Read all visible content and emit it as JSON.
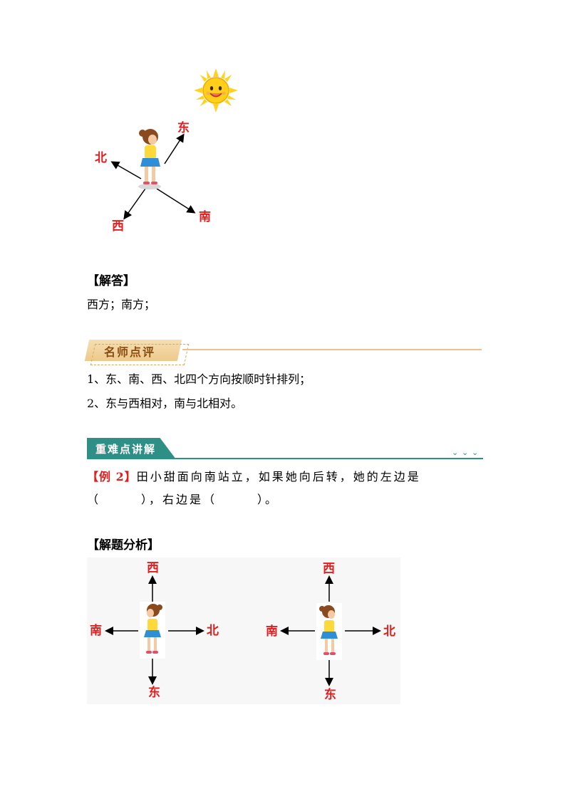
{
  "diagram1": {
    "east": "东",
    "north": "北",
    "west": "西",
    "south": "南"
  },
  "answer": {
    "heading": "【解答】",
    "text": "西方；南方；"
  },
  "teacher_comment": {
    "title": "名师点评",
    "points": [
      "1、东、南、西、北四个方向按顺时针排列；",
      "2、东与西相对，南与北相对。"
    ]
  },
  "key_points": {
    "title": "重难点讲解",
    "chevrons": "⌄⌄⌄"
  },
  "example": {
    "label": "【例 2】",
    "line1": "田小甜面向南站立，如果她向后转，她的左边是",
    "line2": "（　　　），右边是（　　　）。"
  },
  "analysis": {
    "heading": "【解题分析】",
    "left": {
      "top": "西",
      "left": "南",
      "right": "北",
      "bottom": "东"
    },
    "right": {
      "top": "西",
      "left": "南",
      "right": "北",
      "bottom": "东"
    }
  },
  "colors": {
    "direction_red": "#e01e1e",
    "teal": "#2e8f86",
    "tan": "#edc98c"
  }
}
